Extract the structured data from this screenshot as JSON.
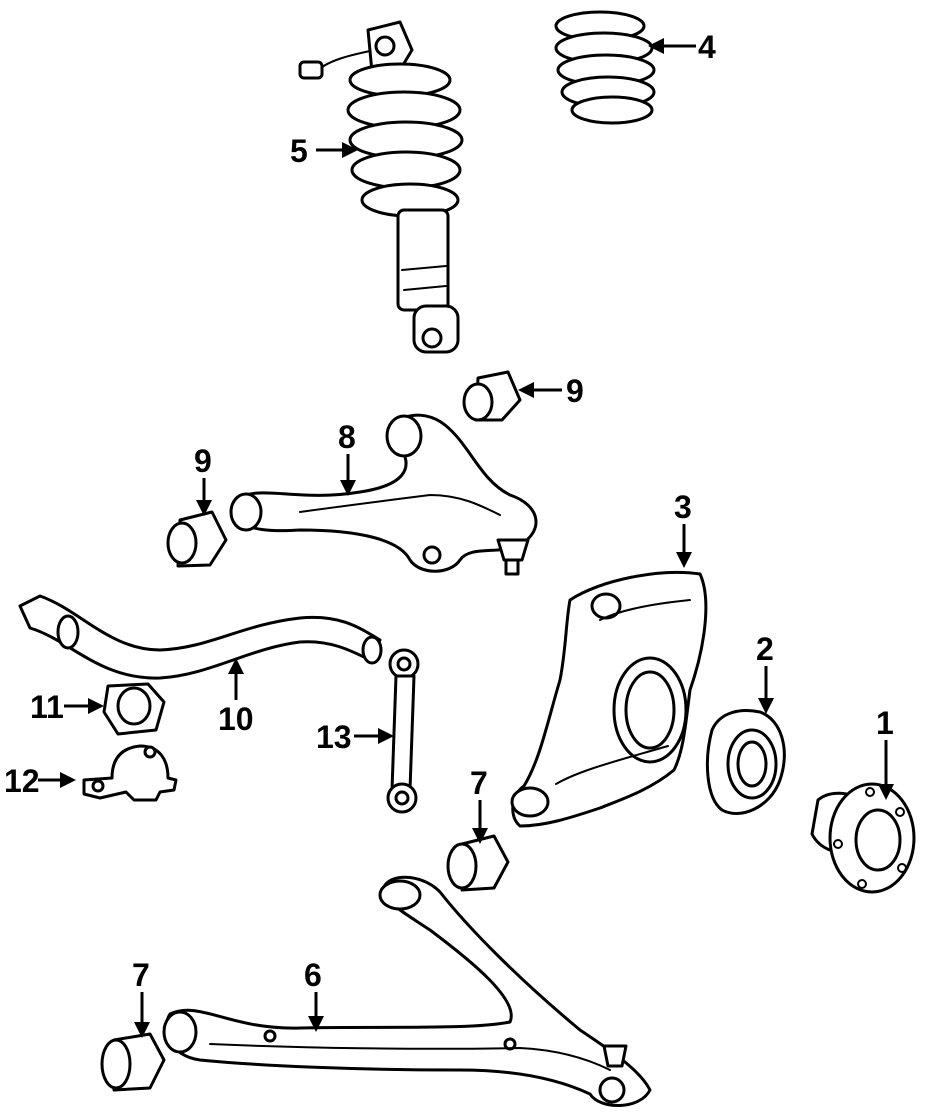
{
  "callouts": [
    {
      "id": "c1",
      "text": "1"
    },
    {
      "id": "c2",
      "text": "2"
    },
    {
      "id": "c3",
      "text": "3"
    },
    {
      "id": "c4",
      "text": "4"
    },
    {
      "id": "c5",
      "text": "5"
    },
    {
      "id": "c6",
      "text": "6"
    },
    {
      "id": "c7a",
      "text": "7"
    },
    {
      "id": "c7b",
      "text": "7"
    },
    {
      "id": "c8",
      "text": "8"
    },
    {
      "id": "c9a",
      "text": "9"
    },
    {
      "id": "c9b",
      "text": "9"
    },
    {
      "id": "c10",
      "text": "10"
    },
    {
      "id": "c11",
      "text": "11"
    },
    {
      "id": "c12",
      "text": "12"
    },
    {
      "id": "c13",
      "text": "13"
    }
  ],
  "parts": {
    "p1": "wheel-hub",
    "p2": "wheel-bearing",
    "p3": "steering-knuckle",
    "p4": "coil-spring",
    "p5": "coil-over-shock-absorber",
    "p6": "lower-control-arm",
    "p7": "control-arm-bushing",
    "p8": "upper-control-arm",
    "p9": "upper-arm-bushing",
    "p10": "stabilizer-bar",
    "p11": "stabilizer-bar-bushing",
    "p12": "stabilizer-bar-bracket",
    "p13": "stabilizer-link"
  }
}
